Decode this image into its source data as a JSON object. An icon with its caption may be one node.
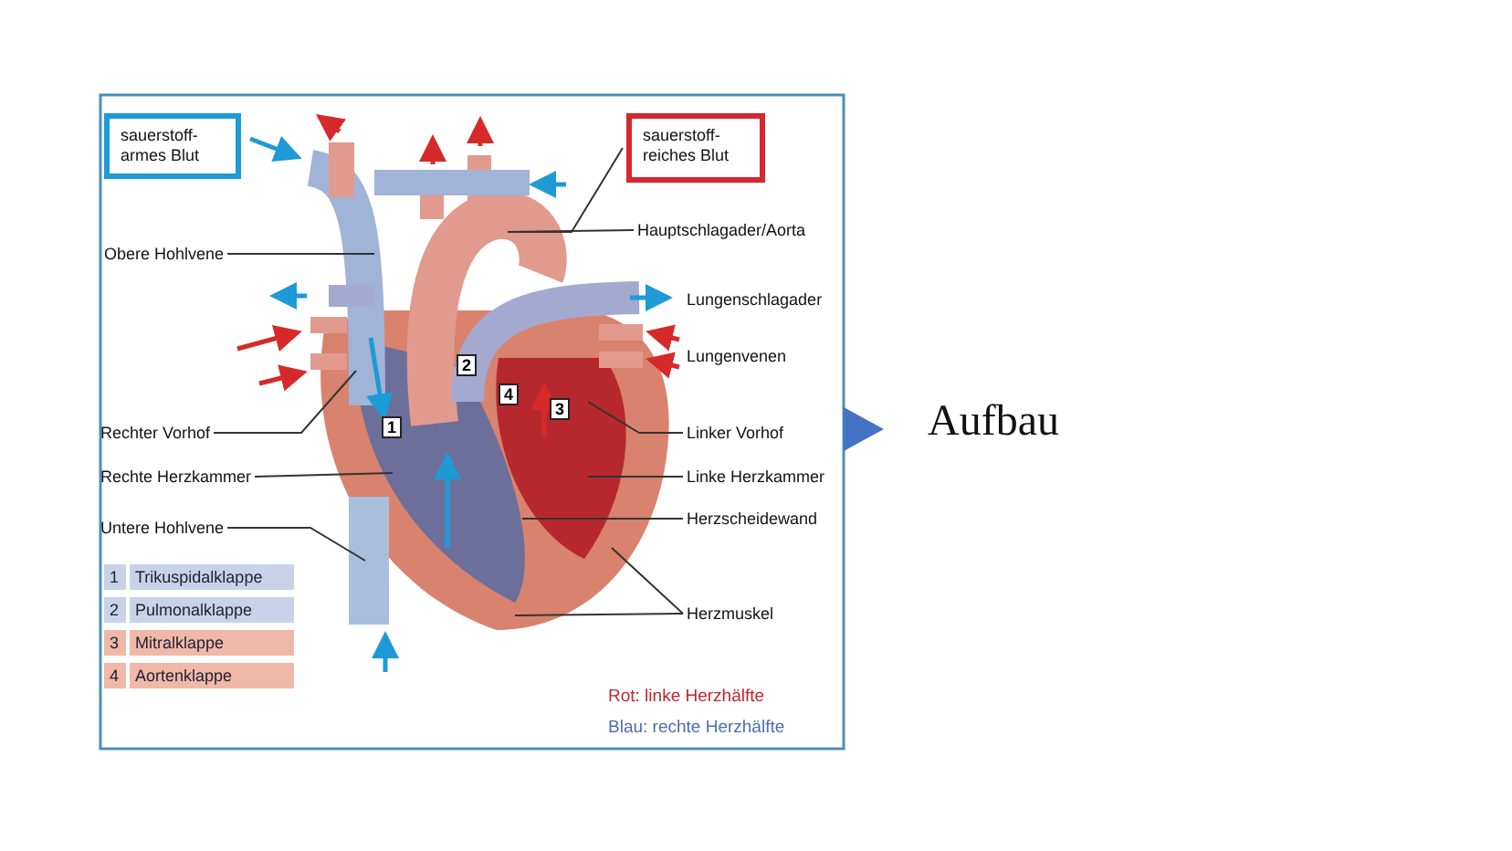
{
  "diagram": {
    "title": "Aufbau",
    "nodes": [
      {
        "text": [
          "sauerstoff-armes Blut"
        ]
      },
      {
        "text": [
          "sauerstoff-reiches Blut"
        ]
      },
      {
        "text": [
          "Hauptschlagader/Aorta"
        ]
      },
      {
        "text": [
          "Obere Hohlvene"
        ]
      },
      {
        "text": [
          "Lungenschlagader"
        ]
      },
      {
        "text": [
          "Lungenvenen"
        ]
      },
      {
        "text": [
          "Rechter Vorhof"
        ]
      },
      {
        "text": [
          "Linker Vorhof"
        ]
      },
      {
        "text": [
          "Rechte Herzkammer"
        ]
      },
      {
        "text": [
          "Linke Herzkammer"
        ]
      },
      {
        "text": [
          "Herzscheidewand"
        ]
      },
      {
        "text": [
          "Untere Hohlvene"
        ]
      },
      {
        "text": [
          "Herzmuskel"
        ]
      }
    ],
    "edges": [
      {
        "from": 1,
        "to": null,
        "arrow": "none"
      },
      {
        "from": 2,
        "to": null,
        "arrow": "none"
      },
      {
        "from": 3,
        "to": null,
        "arrow": "none"
      },
      {
        "from": 6,
        "to": null,
        "arrow": "none"
      },
      {
        "from": 7,
        "to": null,
        "arrow": "none"
      },
      {
        "from": 8,
        "to": null,
        "arrow": "none"
      },
      {
        "from": 9,
        "to": null,
        "arrow": "none"
      },
      {
        "from": 10,
        "to": null,
        "arrow": "none"
      },
      {
        "from": 11,
        "to": null,
        "arrow": "none"
      },
      {
        "from": 12,
        "to": null,
        "arrow": "none"
      },
      {
        "from": 12,
        "to": null,
        "arrow": "none"
      }
    ],
    "labels": [
      "2",
      "4",
      "3",
      "1",
      "1",
      "Trikuspidalklappe",
      "2",
      "Pulmonalklappe",
      "3",
      "Mitralklappe",
      "4",
      "Aortenklappe",
      "Rot: linke Herzhälfte",
      "Blau: rechte Herzhälfte"
    ]
  }
}
